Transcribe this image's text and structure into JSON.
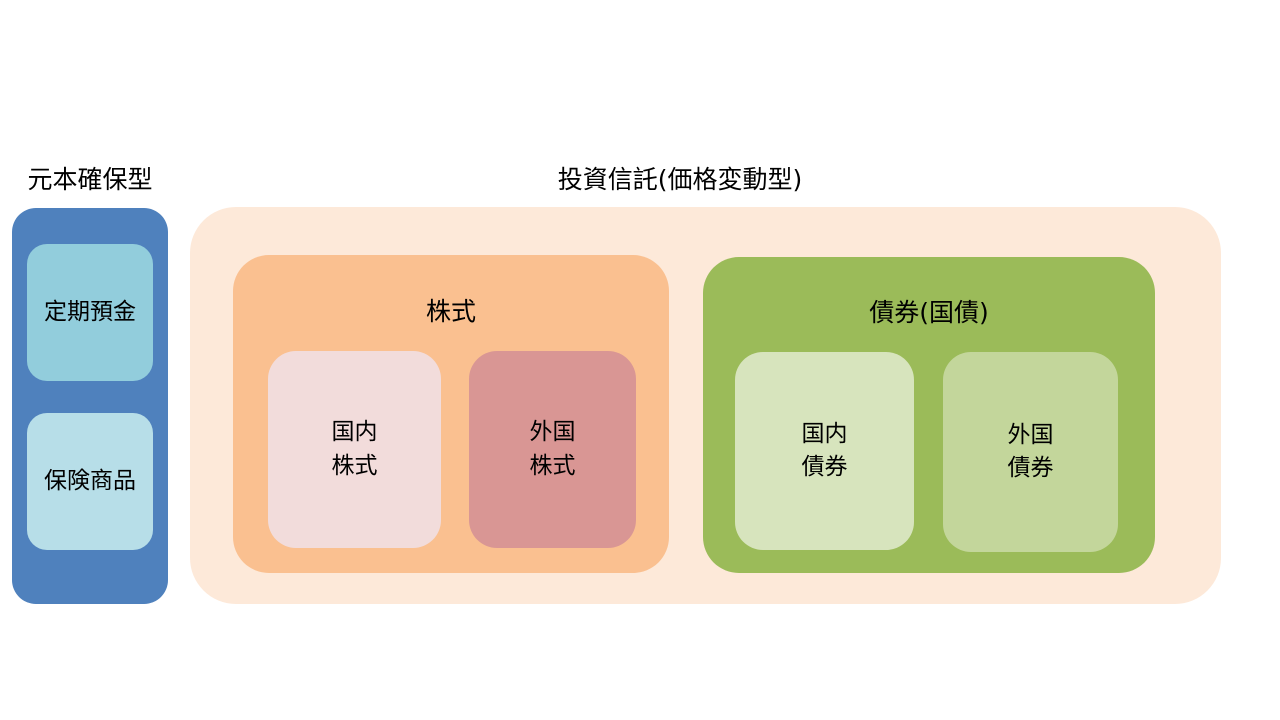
{
  "principal_guaranteed": {
    "title": "元本確保型",
    "items": [
      {
        "label": "定期預金",
        "color": "#92CDDC"
      },
      {
        "label": "保険商品",
        "color": "#B7DEE8"
      }
    ],
    "color": "#4F81BD"
  },
  "investment_trust": {
    "title": "投資信託(価格変動型)",
    "color": "#FDE9D9",
    "stocks": {
      "title": "株式",
      "color": "#FAC090",
      "items": [
        {
          "label": "国内\n株式",
          "color": "#F2DCDB"
        },
        {
          "label": "外国\n株式",
          "color": "#D99694"
        }
      ]
    },
    "bonds": {
      "title": "債券(国債)",
      "color": "#9BBB59",
      "items": [
        {
          "label": "国内\n債券",
          "color": "#D7E4BD"
        },
        {
          "label": "外国\n債券",
          "color": "#C3D69B"
        }
      ]
    }
  }
}
